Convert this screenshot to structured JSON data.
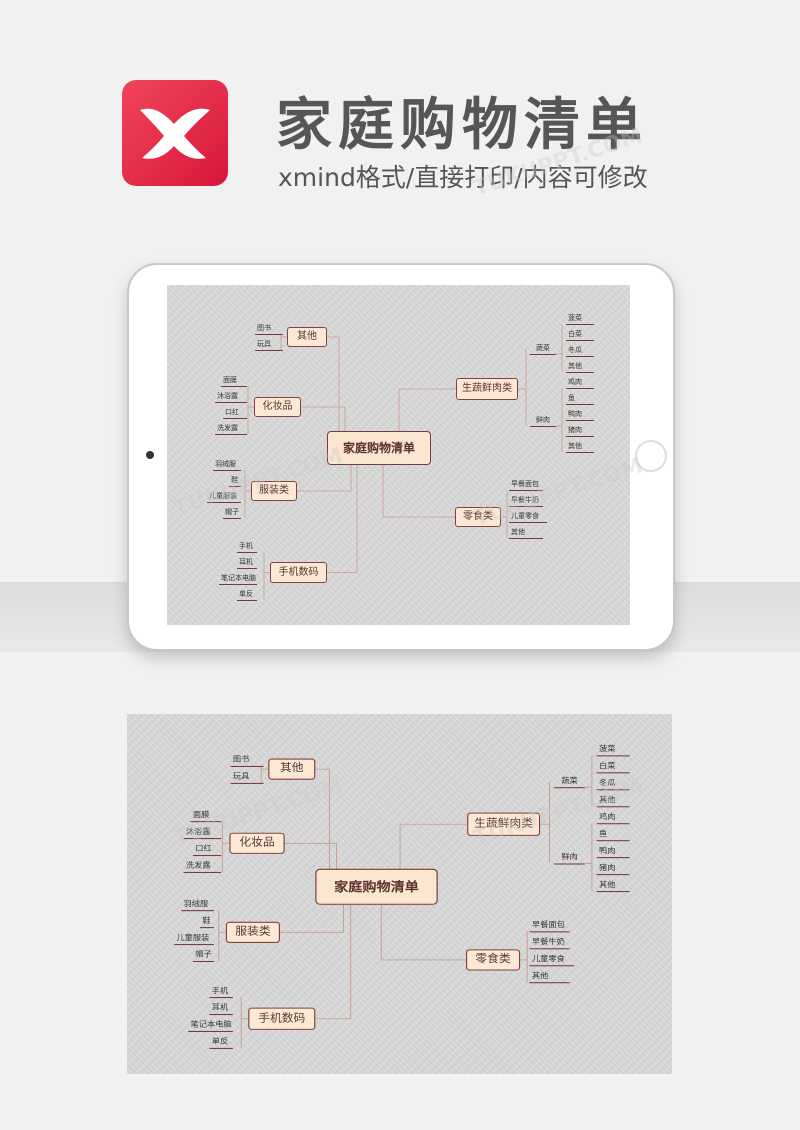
{
  "header": {
    "title": "家庭购物清单",
    "subtitle": "xmind格式/直接打印/内容可修改"
  },
  "mindmap": {
    "root": "家庭购物清单",
    "branches": [
      {
        "label": "其他",
        "items": [
          "图书",
          "玩具"
        ]
      },
      {
        "label": "化妆品",
        "items": [
          "面膜",
          "沐浴露",
          "口红",
          "洗发露"
        ]
      },
      {
        "label": "服装类",
        "items": [
          "羽绒服",
          "鞋",
          "儿童服装",
          "帽子"
        ]
      },
      {
        "label": "手机数码",
        "items": [
          "手机",
          "耳机",
          "笔记本电脑",
          "单反"
        ]
      },
      {
        "label": "生蔬鲜肉类",
        "groups": [
          {
            "label": "蔬菜",
            "items": [
              "菠菜",
              "白菜",
              "冬瓜",
              "其他"
            ]
          },
          {
            "label": "鲜肉",
            "items": [
              "鸡肉",
              "鱼",
              "鸭肉",
              "猪肉",
              "其他"
            ]
          }
        ]
      },
      {
        "label": "零食类",
        "items": [
          "早餐面包",
          "早餐牛奶",
          "儿童零食",
          "其他"
        ]
      }
    ]
  },
  "colors": {
    "logo": "#e8274b",
    "line": "#c99a8e",
    "node_fill": "#fbe9d4",
    "node_border": "#8a3f3f"
  },
  "icons": {
    "logo": "xmind-logo-icon"
  }
}
